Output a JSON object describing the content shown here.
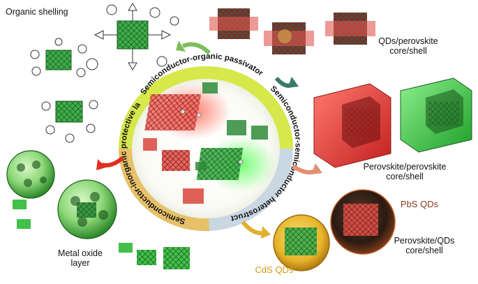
{
  "labels": {
    "organic_shelling": "Organic shelling",
    "qds_perovskite": "QDs/perovskite core/shell",
    "perovskite_perovskite": "Perovskite/perovskite core/shell",
    "pbs_qds": "PbS QDs",
    "cds_qds": "CdS QDs",
    "perovskite_qds": "Perovskite/QDs core/shell",
    "metal_oxide": "Metal oxide layer"
  },
  "ring": {
    "top": "Semiconductor-organic passivator",
    "right": "Semiconductor-semiconductor heterostructure",
    "left": "Semiconductor-inorganic protective layer"
  },
  "colors": {
    "ring_top": "#d6e84a",
    "ring_right": "#c9d7e3",
    "ring_left": "#e7c16a",
    "perovskite_red": "#e53935",
    "perovskite_green": "#43c04a",
    "cds_yellow": "#e2a91f",
    "pbs_brown": "#8a3b1c"
  }
}
